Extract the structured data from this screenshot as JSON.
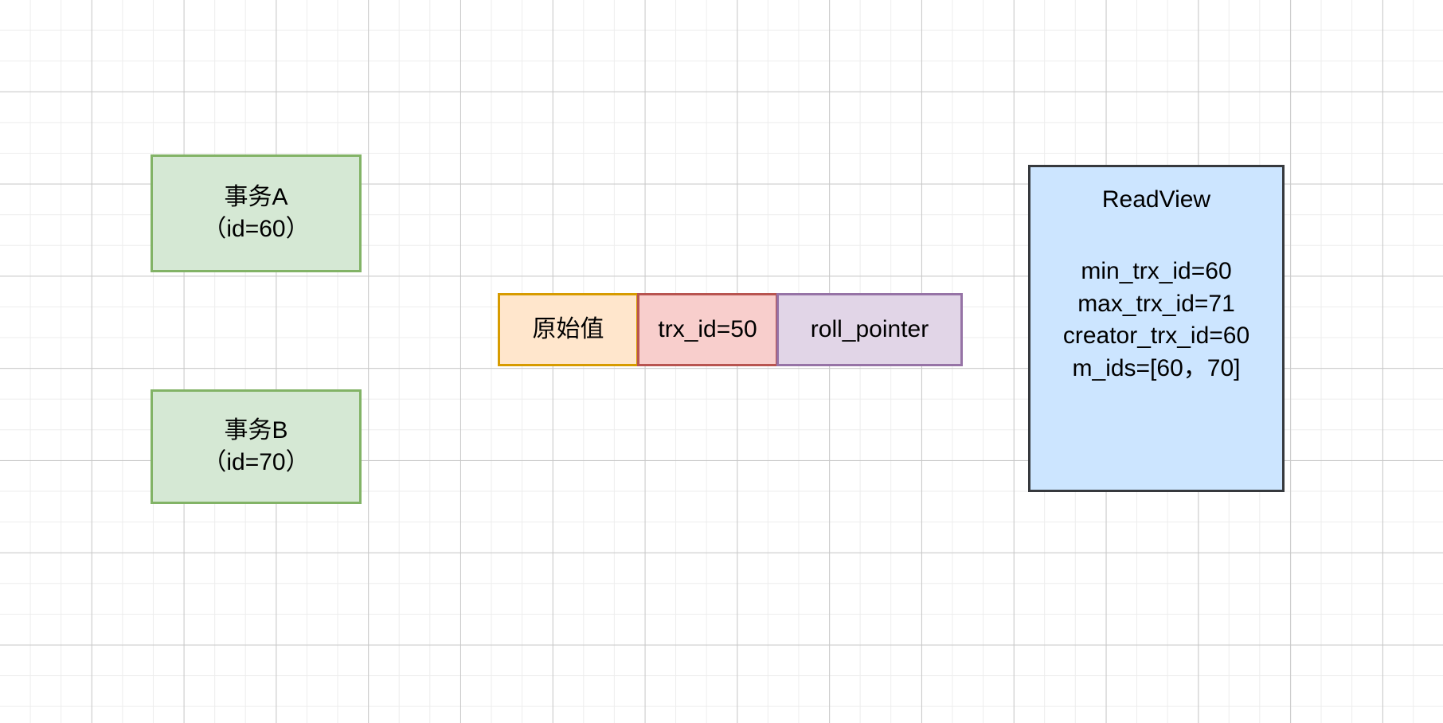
{
  "diagram": {
    "background": {
      "grid": true,
      "grid_minor_color": "#ededed",
      "grid_major_color": "#c8c8c8",
      "canvas_color": "#ffffff"
    },
    "transactions": [
      {
        "id": "txn-a",
        "title": "事务A",
        "detail": "（id=60）",
        "fill": "#d5e8d4",
        "stroke": "#82b366"
      },
      {
        "id": "txn-b",
        "title": "事务B",
        "detail": "（id=70）",
        "fill": "#d5e8d4",
        "stroke": "#82b366"
      }
    ],
    "record_row": {
      "segments": [
        {
          "id": "rec-original",
          "label": "原始值",
          "fill": "#ffe6cc",
          "stroke": "#d79b00"
        },
        {
          "id": "rec-trxid",
          "label": "trx_id=50",
          "fill": "#f8cecc",
          "stroke": "#b85450"
        },
        {
          "id": "rec-rollptr",
          "label": "roll_pointer",
          "fill": "#e1d5e7",
          "stroke": "#9673a6"
        }
      ]
    },
    "readview": {
      "title": "ReadView",
      "fill": "#cce5ff",
      "stroke": "#36393d",
      "attributes": [
        "min_trx_id=60",
        "max_trx_id=71",
        "creator_trx_id=60",
        "m_ids=[60，70]"
      ]
    }
  }
}
